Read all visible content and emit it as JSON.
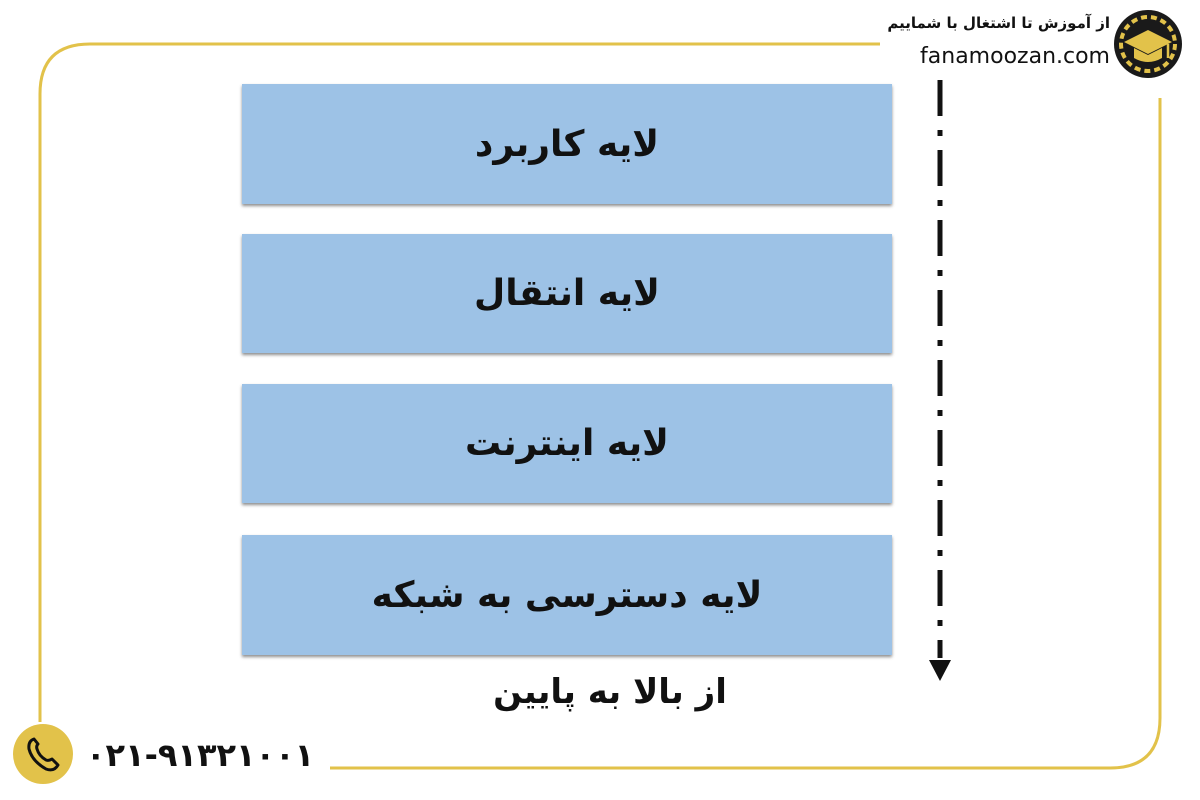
{
  "brand": {
    "tagline": "از آموزش تا اشتغال با شماییم",
    "url": "fanamoozan.com",
    "accent_color": "#e2c24a"
  },
  "diagram": {
    "layers": [
      {
        "label": "لایه کاربرد"
      },
      {
        "label": "لایه انتقال"
      },
      {
        "label": "لایه اینترنت"
      },
      {
        "label": "لایه دسترسی به شبکه"
      }
    ],
    "box_color": "#9dc2e6",
    "direction_caption": "از بالا به پایین"
  },
  "footer": {
    "phone": "۰۲۱-۹۱۳۲۱۰۰۱"
  }
}
